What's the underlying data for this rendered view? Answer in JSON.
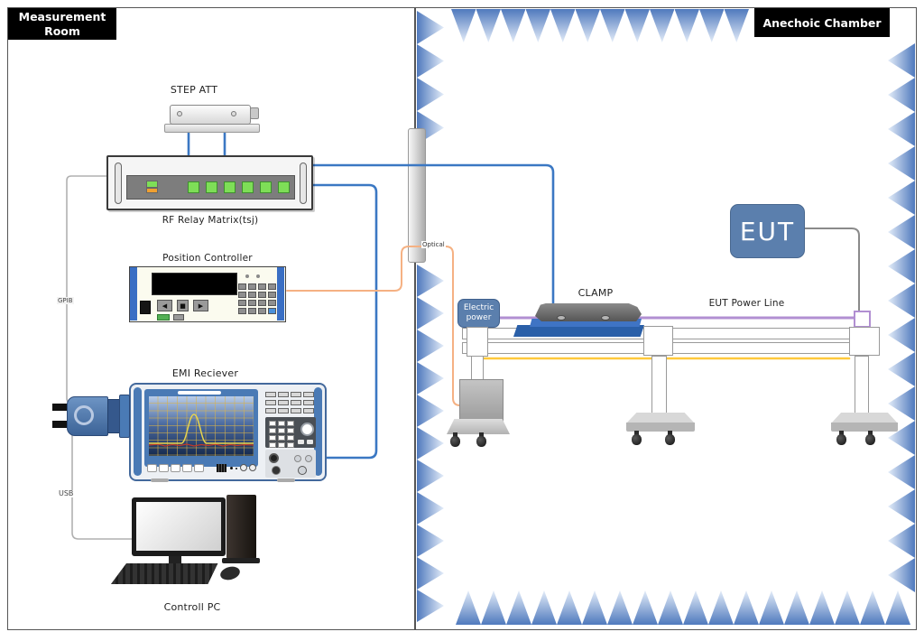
{
  "rooms": {
    "measurement": {
      "label": "Measurement Room"
    },
    "chamber": {
      "label": "Anechoic Chamber"
    }
  },
  "devices": {
    "step_att": {
      "label": "STEP ATT"
    },
    "relay_matrix": {
      "label": "RF Relay Matrix(tsj)"
    },
    "position_controller": {
      "label": "Position Controller"
    },
    "emi_receiver": {
      "label": "EMI Reciever"
    },
    "control_pc": {
      "label": "Controll PC"
    },
    "electric_power": {
      "label": "Electric power"
    },
    "clamp": {
      "label": "CLAMP"
    },
    "eut": {
      "label": "EUT"
    }
  },
  "connections": {
    "gpib": {
      "label": "GPIB",
      "color": "#b0b0b0"
    },
    "usb": {
      "label": "USB",
      "color": "#b0b0b0"
    },
    "optical": {
      "label": "Optical",
      "color": "#f5b183"
    },
    "rf_coax": {
      "color": "#3b78c3"
    },
    "eut_power_line": {
      "label": "EUT Power Line",
      "color": "#b18fd2"
    },
    "table_line": {
      "color": "#ffc93c"
    },
    "eut_wire": {
      "color": "#8a8a8a"
    }
  },
  "colors": {
    "absorber_base": "#4f79bd",
    "absorber_tip": "#e4edf9",
    "device_box_blue": "#5b7fad",
    "label_box_bg": "#000000",
    "label_box_text": "#ffffff"
  }
}
